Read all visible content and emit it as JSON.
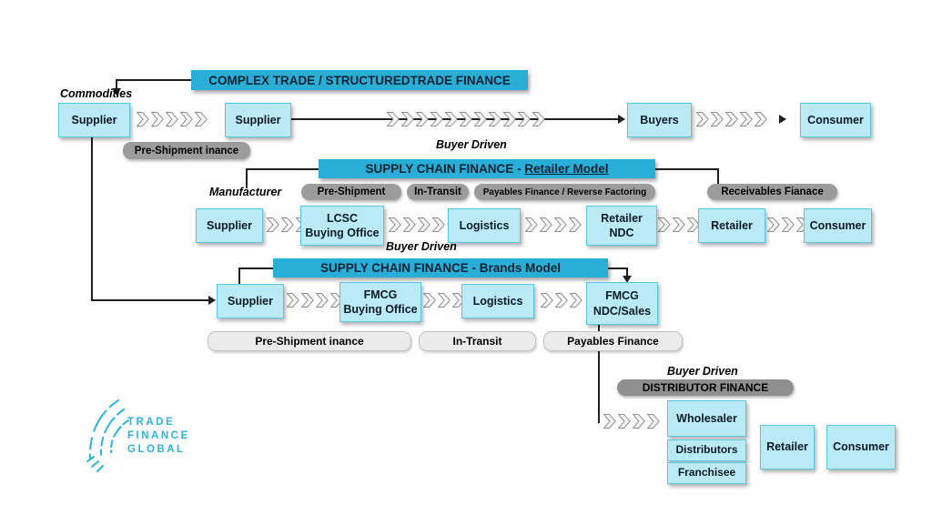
{
  "colors": {
    "accent_cyan": "#29aed7",
    "box_fill": "#b9eaf6",
    "box_border": "#59c7e2",
    "pill_dark": "#9c9c9c",
    "pill_light": "#ebebeb",
    "logo_cyan": "#2bb5d8"
  },
  "headers": {
    "complex_trade": "COMPLEX TRADE / STRUCTUREDTRADE FINANCE",
    "retailer_model_prefix": "SUPPLY CHAIN FINANCE - ",
    "retailer_model_link": "Retailer Model",
    "brands_model": "SUPPLY CHAIN FINANCE - Brands Model",
    "distributor_finance": "DISTRIBUTOR FINANCE"
  },
  "annotations": {
    "commodities": "Commodities",
    "buyer_driven_top": "Buyer Driven",
    "manufacturer": "Manufacturer",
    "buyer_driven_mid": "Buyer Driven",
    "buyer_driven_bottom": "Buyer Driven"
  },
  "pills": {
    "pre_shipment_finance_top": "Pre-Shipment inance",
    "pre_shipment": "Pre-Shipment",
    "in_transit": "In-Transit",
    "payables_reverse": "Payables Finance / Reverse Factoring",
    "receivables_finance": "Receivables Fianace",
    "pre_shipment_finance_bottom": "Pre-Shipment inance",
    "in_transit_bottom": "In-Transit",
    "payables_finance": "Payables Finance"
  },
  "row_complex": {
    "supplier1": "Supplier",
    "supplier2": "Supplier",
    "buyers": "Buyers",
    "consumer": "Consumer"
  },
  "row_retailer": {
    "supplier": "Supplier",
    "lcsc_line1": "LCSC",
    "lcsc_line2": "Buying Office",
    "logistics": "Logistics",
    "ndc_line1": "Retailer",
    "ndc_line2": "NDC",
    "retailer": "Retailer",
    "consumer": "Consumer"
  },
  "row_brands": {
    "supplier": "Supplier",
    "fmcg_line1": "FMCG",
    "fmcg_line2": "Buying Office",
    "logistics": "Logistics",
    "ndc_line1": "FMCG",
    "ndc_line2": "NDC/Sales"
  },
  "row_distribution": {
    "wholesaler": "Wholesaler",
    "distributors": "Distributors",
    "franchisee": "Franchisee",
    "retailer": "Retailer",
    "consumer": "Consumer"
  },
  "logo": {
    "line1": "TRADE",
    "line2": "FINANCE",
    "line3": "GLOBAL"
  }
}
